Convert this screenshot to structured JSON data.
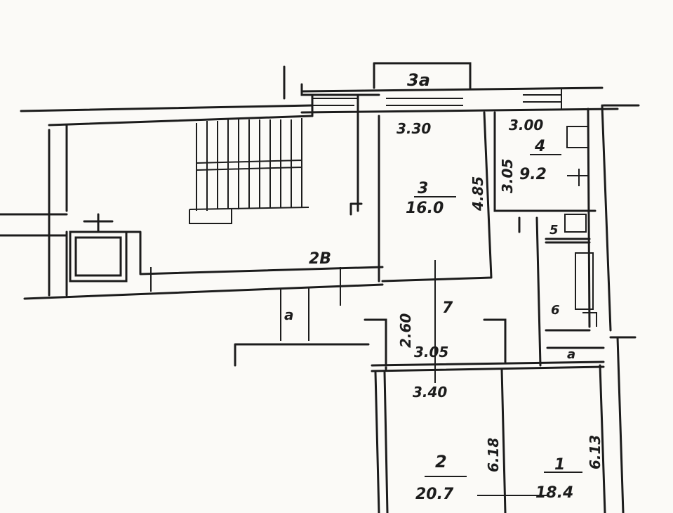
{
  "plan": {
    "rooms": [
      {
        "number": "1",
        "area": "18.4"
      },
      {
        "number": "2",
        "area": "20.7"
      },
      {
        "number": "3",
        "area": "16.0"
      },
      {
        "number": "4",
        "area": "9.2"
      },
      {
        "number": "5"
      },
      {
        "number": "6"
      },
      {
        "number": "7"
      }
    ],
    "labels": {
      "balcony_3a": "3a",
      "stair_2b": "2B",
      "closet_a": "a",
      "closet_a2": "a"
    },
    "dimensions": {
      "room3_width": "3.30",
      "room3_length": "4.85",
      "room4_width": "3.00",
      "room4_length": "3.05",
      "room7_width": "3.05",
      "room7_length": "2.60",
      "room2_width": "3.40",
      "room2_length": "6.18",
      "room1_length": "6.13"
    }
  }
}
